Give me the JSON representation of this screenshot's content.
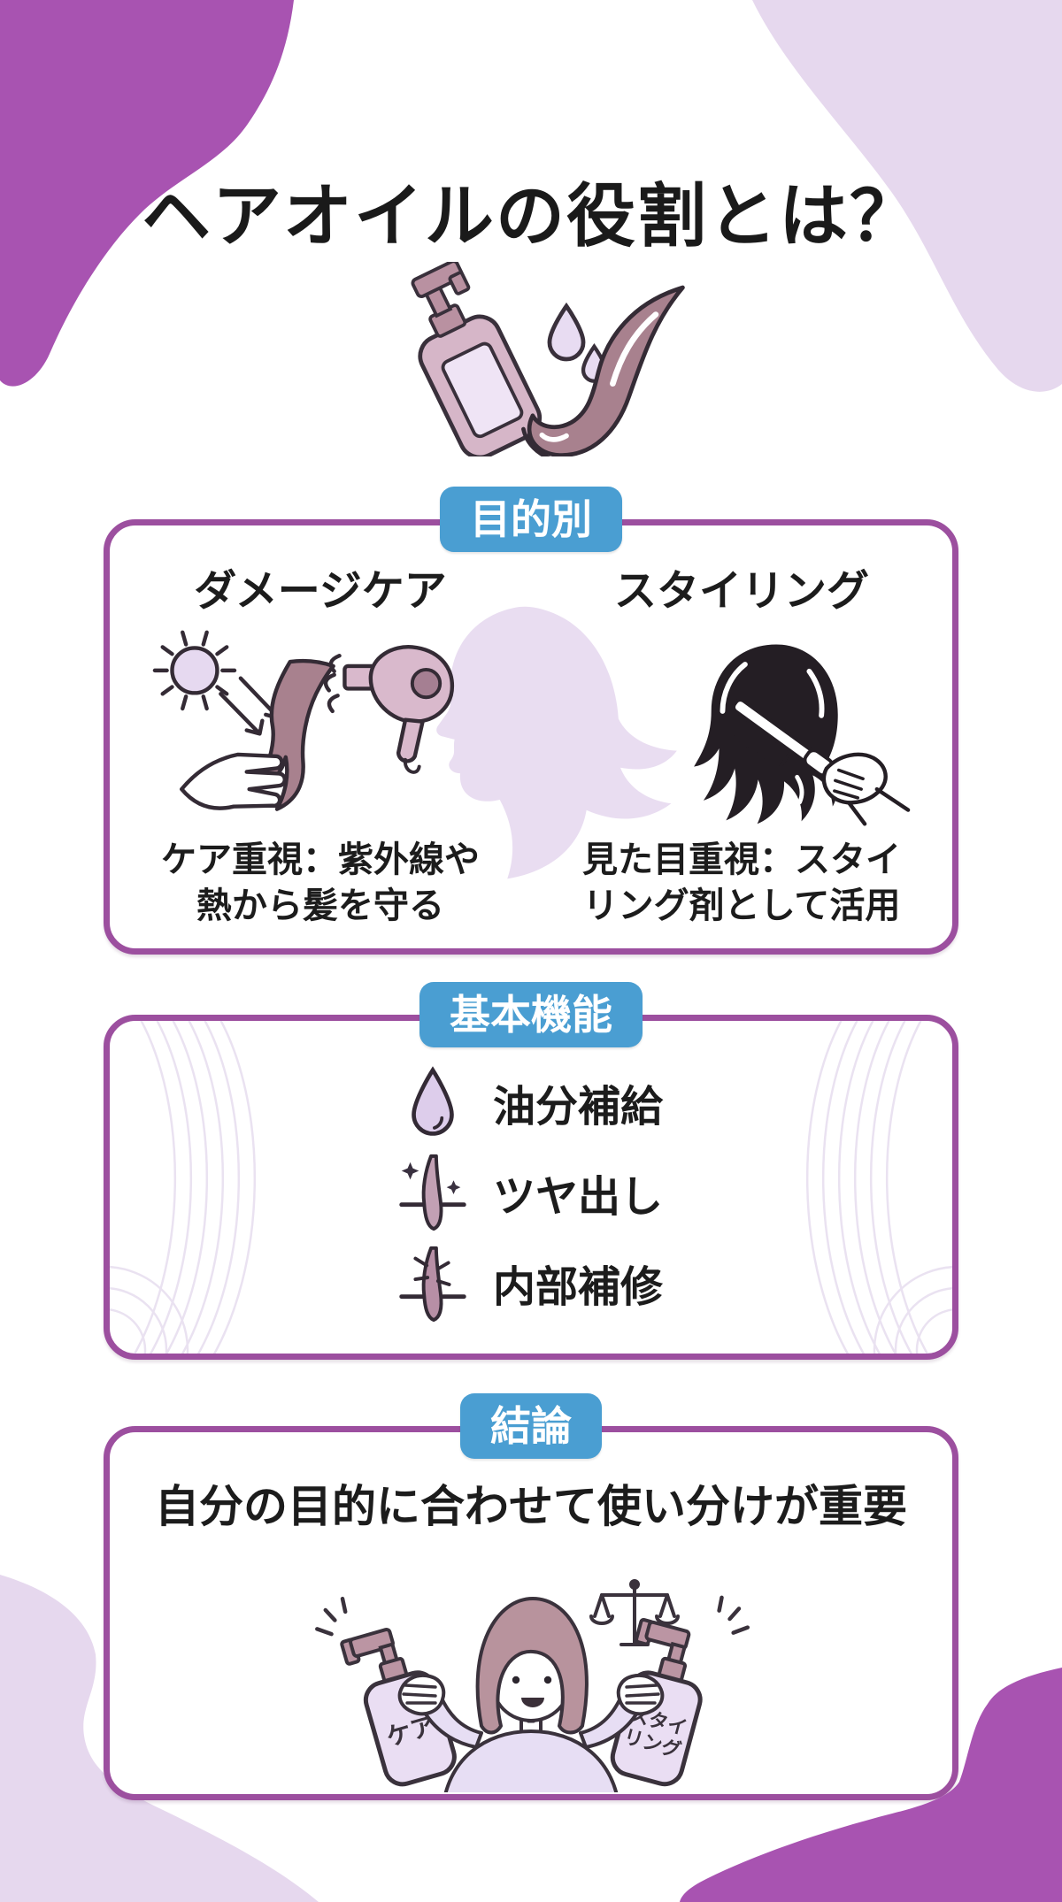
{
  "page": {
    "title": "ヘアオイルの役割とは？"
  },
  "hero": {
    "icons": [
      "pump-bottle-icon",
      "oil-drops-icon",
      "hair-strand-icon"
    ]
  },
  "sections": {
    "purpose": {
      "badge": "目的別",
      "damage_care": {
        "heading": "ダメージケア",
        "icon": "sun-hand-dryer-illustration",
        "caption_line1": "ケア重視：紫外線や",
        "caption_line2": "熱から髪を守る"
      },
      "styling": {
        "heading": "スタイリング",
        "icon": "comb-hair-illustration",
        "caption_line1": "見た目重視：スタイ",
        "caption_line2": "リング剤として活用"
      }
    },
    "functions": {
      "badge": "基本機能",
      "items": [
        {
          "icon": "oil-drop-icon",
          "label": "油分補給"
        },
        {
          "icon": "shine-icon",
          "label": "ツヤ出し"
        },
        {
          "icon": "repair-icon",
          "label": "内部補修"
        }
      ]
    },
    "conclusion": {
      "badge": "結論",
      "heading": "自分の目的に合わせて使い分けが重要",
      "bottle_left_label": "ケア",
      "bottle_right_label_line1": "スタイ",
      "bottle_right_label_line2": "リング"
    }
  },
  "colors": {
    "card_border": "#9C4F9F",
    "badge_bg": "#4A9ED2",
    "badge_text": "#FFFFFF",
    "blob_purple": "#A853B1",
    "blob_lavender": "#E6D8EE",
    "illustration_mauve": "#A8818E",
    "text": "#1C1C1C"
  }
}
